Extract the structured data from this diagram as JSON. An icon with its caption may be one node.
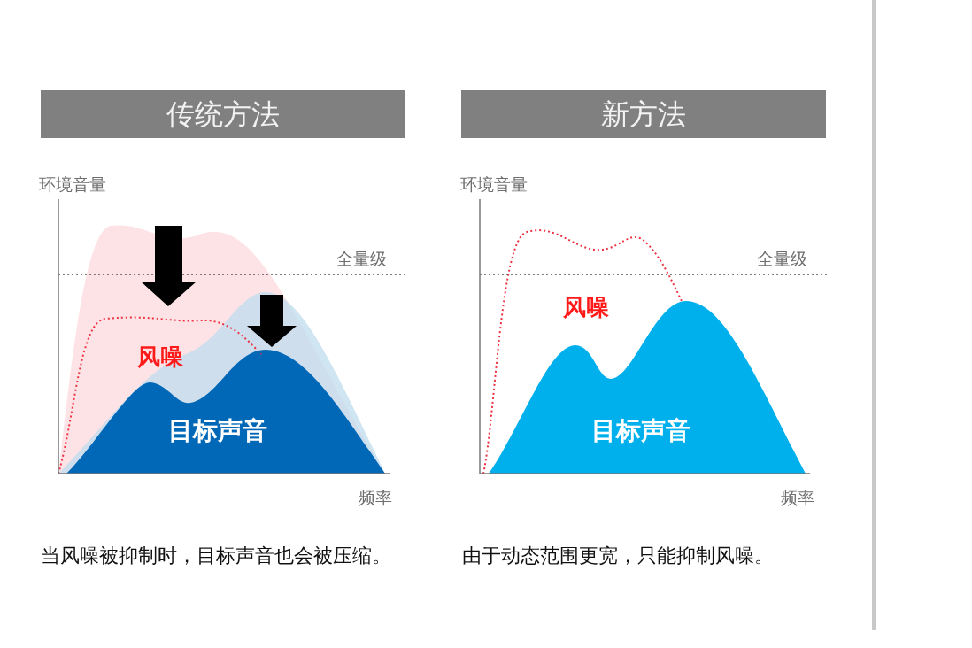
{
  "diagram": {
    "nodes": [
      {
        "text": [
          "传统方法"
        ]
      },
      {
        "text": [
          "新方法"
        ]
      }
    ],
    "labels": [
      "环境音量",
      "全量级",
      "风噪",
      "目标声音",
      "频率",
      "当风噪被抑制时，目标声音也会被压缩。",
      "环境音量",
      "全量级",
      "风噪",
      "目标声音",
      "频率",
      "由于动态范围更宽，只能抑制风噪。"
    ]
  }
}
